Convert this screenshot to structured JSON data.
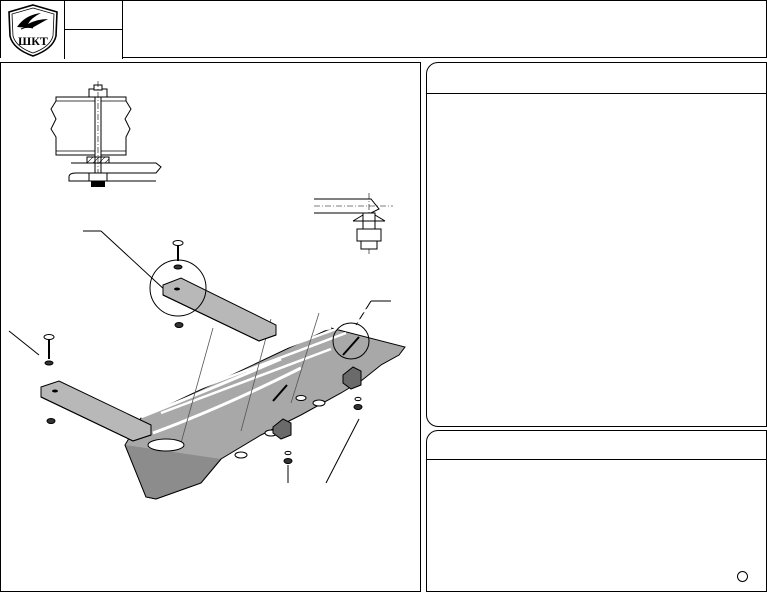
{
  "header": {
    "logo": {
      "icon": "shield-bird-logo-icon",
      "text": "ШКТ"
    },
    "code_top": "",
    "code_bottom": "",
    "title": ""
  },
  "diagram": {
    "icons": [
      "bolt-section-detail",
      "clip-nut-detail",
      "skid-plate-assembly",
      "long-bolt-icon",
      "nut-icon",
      "washer-icon"
    ]
  },
  "hardware_panel": {
    "title": "",
    "items": []
  },
  "notes_panel": {
    "title": "",
    "text": ""
  }
}
